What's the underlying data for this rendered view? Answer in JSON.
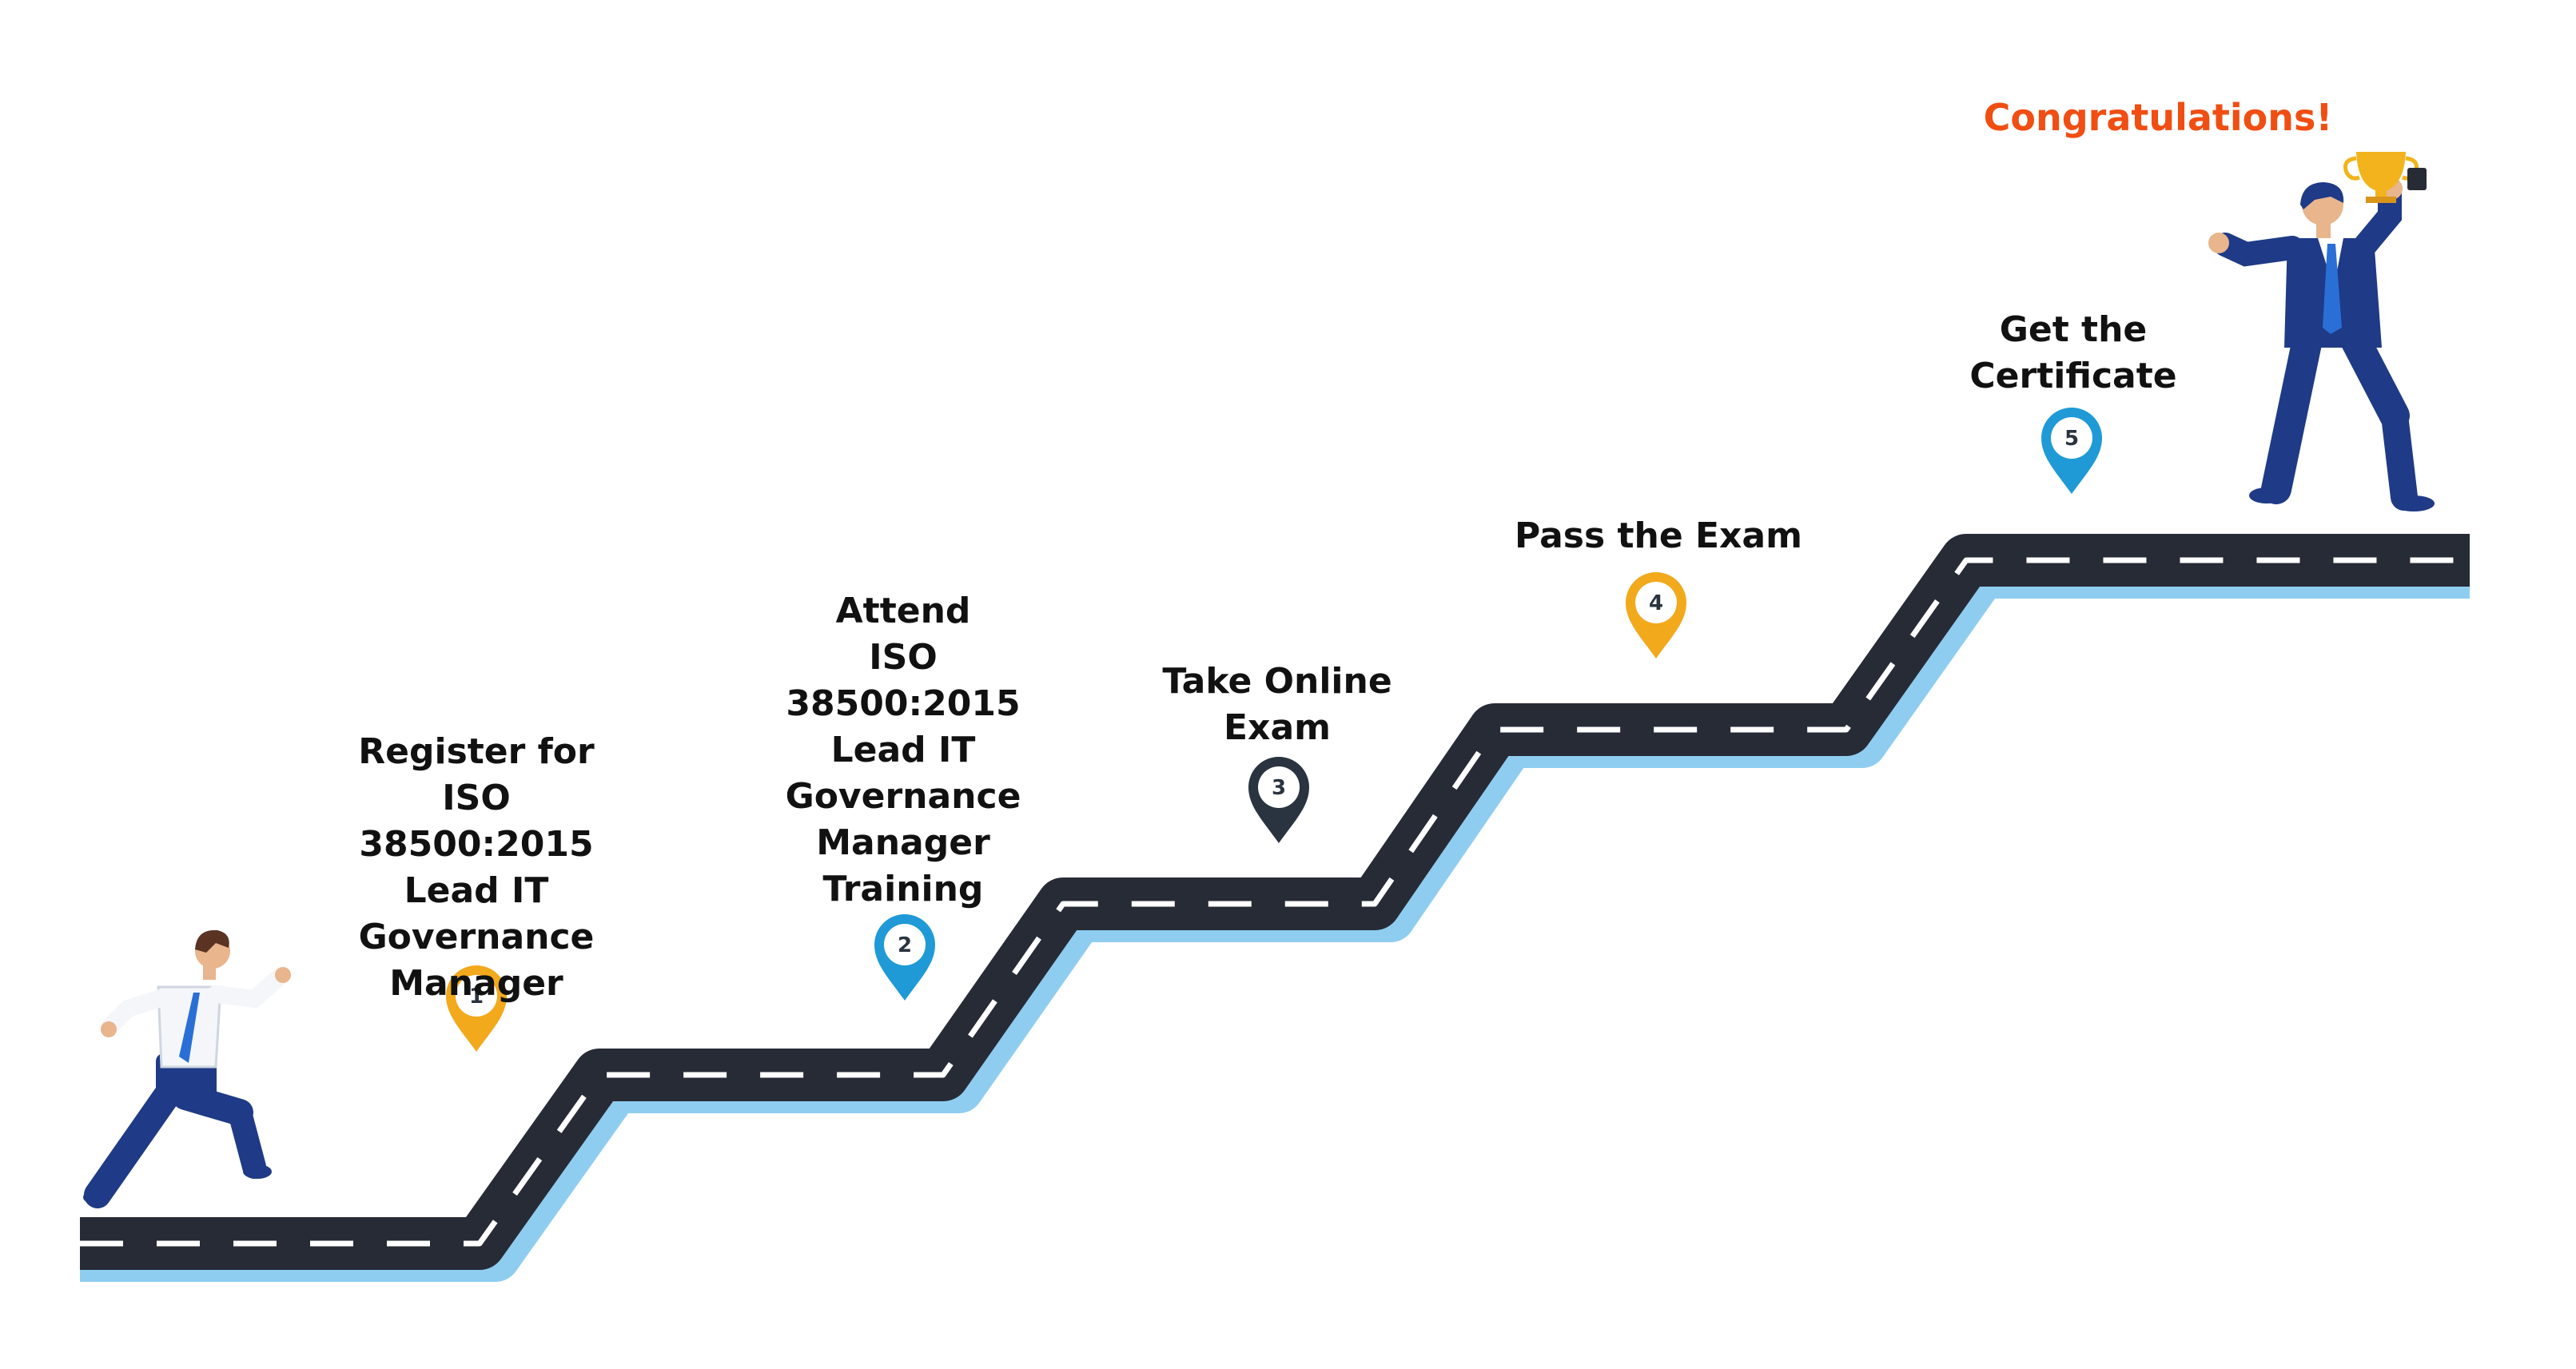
{
  "steps": [
    {
      "number": "1",
      "label": "Register for\nISO\n38500:2015\nLead IT\nGovernance\nManager",
      "pin_color": "#f2a91c"
    },
    {
      "number": "2",
      "label": "Attend\nISO\n38500:2015\nLead IT\nGovernance\nManager\nTraining",
      "pin_color": "#1f9ad6"
    },
    {
      "number": "3",
      "label": "Take Online\nExam",
      "pin_color": "#2a3440"
    },
    {
      "number": "4",
      "label": "Pass the Exam",
      "pin_color": "#f2a91c"
    },
    {
      "number": "5",
      "label": "Get the\nCertificate",
      "pin_color": "#1f9ad6"
    }
  ],
  "congratulations": "Congratulations!",
  "colors": {
    "road": "#272b36",
    "road_shadow": "#8fcdf0",
    "road_dashes": "#ffffff",
    "congratulations": "#f04e12",
    "suit": "#1f3a86",
    "trophy": "#f2b31c"
  }
}
